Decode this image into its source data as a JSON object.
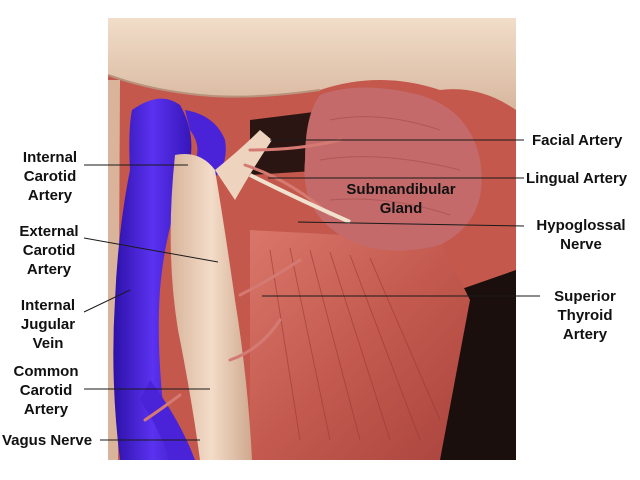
{
  "labels": {
    "internal_carotid": "Internal\nCarotid\nArtery",
    "external_carotid": "External\nCarotid\nArtery",
    "internal_jugular": "Internal\nJugular\nVein",
    "common_carotid": "Common\nCarotid\nArtery",
    "vagus": "Vagus Nerve",
    "facial": "Facial Artery",
    "lingual": "Lingual Artery",
    "hypoglossal": "Hypoglossal\nNerve",
    "superior_thyroid": "Superior\nThyroid\nArtery",
    "submandibular": "Submandibular\nGland"
  },
  "colors": {
    "background": "#ffffff",
    "text": "#111111",
    "leader_line": "#1a1a1a",
    "vein": "#4a22d8",
    "artery": "#e8c9b2",
    "muscle": "#c8574c",
    "gland": "#c46a6a",
    "dark_cavity": "#1a0f0d",
    "skin": "#e9d3c0"
  }
}
